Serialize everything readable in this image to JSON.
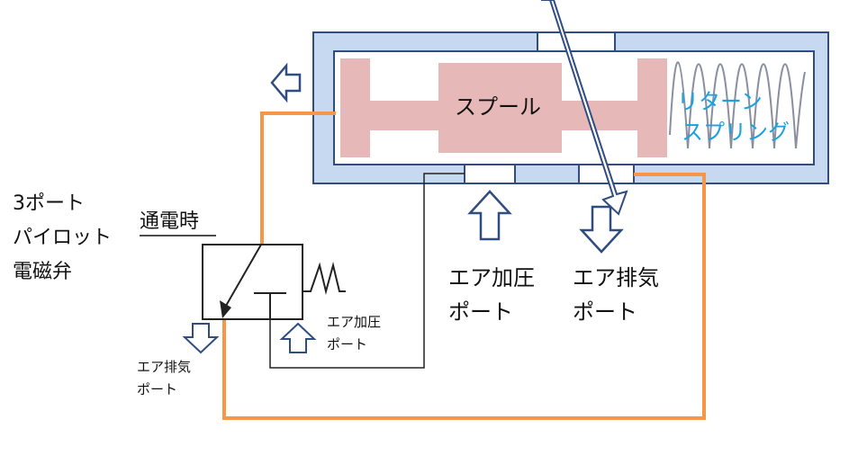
{
  "labels": {
    "spool": "スプール",
    "return_spring_line1": "リターン",
    "return_spring_line2": "スプリング",
    "valve_line1": "3ポート",
    "valve_line2": "パイロット",
    "valve_line3": "電磁弁",
    "energized": "通電時",
    "main_supply_line1": "エア加圧",
    "main_supply_line2": "ポート",
    "main_exhaust_line1": "エア排気",
    "main_exhaust_line2": "ポート",
    "pilot_supply_line1": "エア加圧",
    "pilot_supply_line2": "ポート",
    "pilot_exhaust_line1": "エア排気",
    "pilot_exhaust_line2": "ポート"
  },
  "colors": {
    "body_fill": "#c6d9f1",
    "body_stroke": "#2f4d80",
    "spool_fill": "#e6b9b8",
    "pipe": "#f79646",
    "arrow_stroke": "#2f4d80",
    "spring": "#8a8fa0",
    "label_blue": "#19a2e0"
  },
  "icons": {
    "port_arrows": "hollow-block-arrow",
    "spring": "zigzag-spring"
  }
}
